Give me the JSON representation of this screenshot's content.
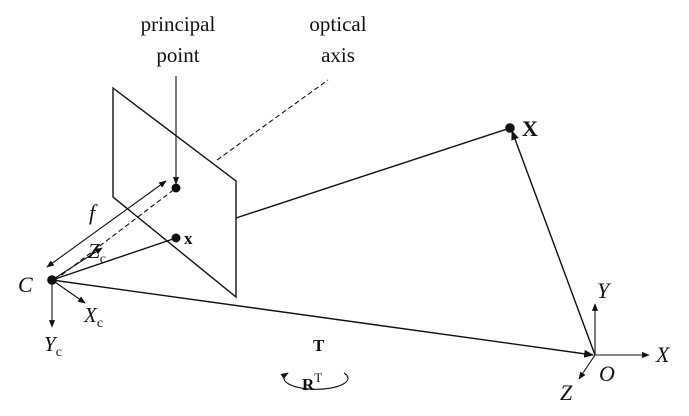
{
  "labels": {
    "principal_point_line1": "principal",
    "principal_point_line2": "point",
    "optical_axis_line1": "optical",
    "optical_axis_line2": "axis",
    "world_point": "X",
    "image_point": "x",
    "focal_length": "f",
    "camera_center": "C",
    "camera_z": "Z",
    "camera_z_sub": "c",
    "camera_x": "X",
    "camera_x_sub": "c",
    "camera_y": "Y",
    "camera_y_sub": "c",
    "translation": "T",
    "rotation": "R",
    "rotation_sup": "T",
    "world_origin": "O",
    "world_x": "X",
    "world_y": "Y",
    "world_z": "Z"
  },
  "colors": {
    "ink": "#111111",
    "background": "#ffffff"
  }
}
